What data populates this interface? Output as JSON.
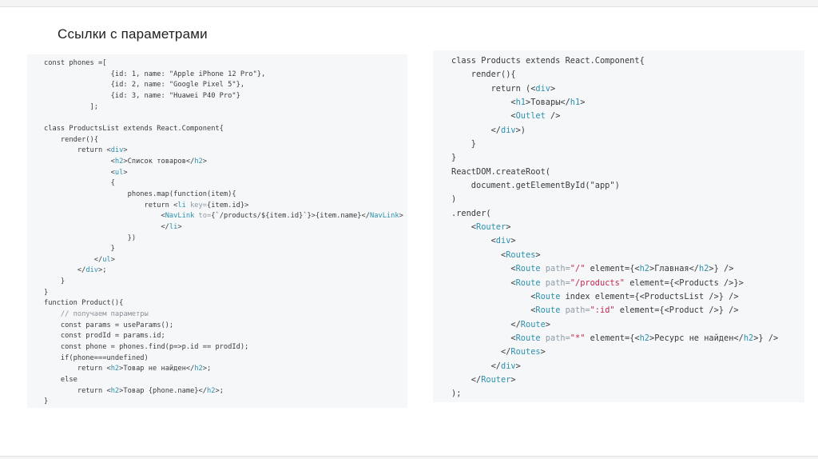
{
  "slide": {
    "title": "Ссылки с параметрами"
  },
  "colors": {
    "title": "#1f1f1f",
    "code_bg": "#f6f7f8",
    "code_text": "#383b3e",
    "tag": "#2b91af",
    "attr": "#8d9aa5",
    "string": "#c7254e",
    "comment": "#8a9199",
    "edge_bg": "#f4f4f4",
    "edge_line": "#e3e3e3"
  },
  "code_left": {
    "lines": [
      [
        [
          "d",
          "const phones =["
        ]
      ],
      [
        [
          "d",
          "                {id: 1, name: \"Apple iPhone 12 Pro\"},"
        ]
      ],
      [
        [
          "d",
          "                {id: 2, name: \"Google Pixel 5\"},"
        ]
      ],
      [
        [
          "d",
          "                {id: 3, name: \"Huawei P40 Pro\"}"
        ]
      ],
      [
        [
          "d",
          "           ];"
        ]
      ],
      [],
      [
        [
          "d",
          "class ProductsList extends React.Component{"
        ]
      ],
      [
        [
          "d",
          "    render(){"
        ]
      ],
      [
        [
          "d",
          "        return <"
        ],
        [
          "t",
          "div"
        ],
        [
          "d",
          ">"
        ]
      ],
      [
        [
          "d",
          "                <"
        ],
        [
          "t",
          "h2"
        ],
        [
          "d",
          ">Список товаров</"
        ],
        [
          "t",
          "h2"
        ],
        [
          "d",
          ">"
        ]
      ],
      [
        [
          "d",
          "                <"
        ],
        [
          "t",
          "ul"
        ],
        [
          "d",
          ">"
        ]
      ],
      [
        [
          "d",
          "                {"
        ]
      ],
      [
        [
          "d",
          "                    phones.map(function(item){"
        ]
      ],
      [
        [
          "d",
          "                        return <"
        ],
        [
          "t",
          "li"
        ],
        [
          "d",
          " "
        ],
        [
          "a",
          "key="
        ],
        [
          "d",
          "{item.id}>"
        ]
      ],
      [
        [
          "d",
          "                            <"
        ],
        [
          "t",
          "NavLink"
        ],
        [
          "d",
          " "
        ],
        [
          "a",
          "to="
        ],
        [
          "d",
          "{`/products/${item.id}`}>{item.name}</"
        ],
        [
          "t",
          "NavLink"
        ],
        [
          "d",
          ">"
        ]
      ],
      [
        [
          "d",
          "                            </"
        ],
        [
          "t",
          "li"
        ],
        [
          "d",
          ">"
        ]
      ],
      [
        [
          "d",
          "                    })"
        ]
      ],
      [
        [
          "d",
          "                }"
        ]
      ],
      [
        [
          "d",
          "            </"
        ],
        [
          "t",
          "ul"
        ],
        [
          "d",
          ">"
        ]
      ],
      [
        [
          "d",
          "        </"
        ],
        [
          "t",
          "div"
        ],
        [
          "d",
          ">;"
        ]
      ],
      [
        [
          "d",
          "    }"
        ]
      ],
      [
        [
          "d",
          "}"
        ]
      ],
      [
        [
          "d",
          "function Product(){"
        ]
      ],
      [
        [
          "c",
          "    // получаем параметры"
        ]
      ],
      [
        [
          "d",
          "    const params = useParams();"
        ]
      ],
      [
        [
          "d",
          "    const prodId = params.id;"
        ]
      ],
      [
        [
          "d",
          "    const phone = phones.find(p=>p.id == prodId);"
        ]
      ],
      [
        [
          "d",
          "    if(phone===undefined)"
        ]
      ],
      [
        [
          "d",
          "        return <"
        ],
        [
          "t",
          "h2"
        ],
        [
          "d",
          ">Товар не найден</"
        ],
        [
          "t",
          "h2"
        ],
        [
          "d",
          ">;"
        ]
      ],
      [
        [
          "d",
          "    else"
        ]
      ],
      [
        [
          "d",
          "        return <"
        ],
        [
          "t",
          "h2"
        ],
        [
          "d",
          ">Товар {phone.name}</"
        ],
        [
          "t",
          "h2"
        ],
        [
          "d",
          ">;"
        ]
      ],
      [
        [
          "d",
          "}"
        ]
      ]
    ]
  },
  "code_right": {
    "lines": [
      [
        [
          "d",
          "class Products extends React.Component{"
        ]
      ],
      [
        [
          "d",
          "    render(){"
        ]
      ],
      [
        [
          "d",
          "        return (<"
        ],
        [
          "t",
          "div"
        ],
        [
          "d",
          ">"
        ]
      ],
      [
        [
          "d",
          "            <"
        ],
        [
          "t",
          "h1"
        ],
        [
          "d",
          ">Товары</"
        ],
        [
          "t",
          "h1"
        ],
        [
          "d",
          ">"
        ]
      ],
      [
        [
          "d",
          "            <"
        ],
        [
          "t",
          "Outlet"
        ],
        [
          "d",
          " />"
        ]
      ],
      [
        [
          "d",
          "        </"
        ],
        [
          "t",
          "div"
        ],
        [
          "d",
          ">)"
        ]
      ],
      [
        [
          "d",
          "    }"
        ]
      ],
      [
        [
          "d",
          "}"
        ]
      ],
      [
        [
          "d",
          "ReactDOM.createRoot("
        ]
      ],
      [
        [
          "d",
          "    document.getElementById(\"app\")"
        ]
      ],
      [
        [
          "d",
          ")"
        ]
      ],
      [
        [
          "d",
          ".render("
        ]
      ],
      [
        [
          "d",
          "    <"
        ],
        [
          "t",
          "Router"
        ],
        [
          "d",
          ">"
        ]
      ],
      [
        [
          "d",
          "        <"
        ],
        [
          "t",
          "div"
        ],
        [
          "d",
          ">"
        ]
      ],
      [
        [
          "d",
          "          <"
        ],
        [
          "t",
          "Routes"
        ],
        [
          "d",
          ">"
        ]
      ],
      [
        [
          "d",
          "            <"
        ],
        [
          "t",
          "Route"
        ],
        [
          "d",
          " "
        ],
        [
          "a",
          "path="
        ],
        [
          "s",
          "\"/\""
        ],
        [
          "d",
          " element={<"
        ],
        [
          "t",
          "h2"
        ],
        [
          "d",
          ">Главная</"
        ],
        [
          "t",
          "h2"
        ],
        [
          "d",
          ">} />"
        ]
      ],
      [
        [
          "d",
          "            <"
        ],
        [
          "t",
          "Route"
        ],
        [
          "d",
          " "
        ],
        [
          "a",
          "path="
        ],
        [
          "s",
          "\"/products\""
        ],
        [
          "d",
          " element={<Products />}>"
        ]
      ],
      [
        [
          "d",
          "                <"
        ],
        [
          "t",
          "Route"
        ],
        [
          "d",
          " index element={<ProductsList />} />"
        ]
      ],
      [
        [
          "d",
          "                <"
        ],
        [
          "t",
          "Route"
        ],
        [
          "d",
          " "
        ],
        [
          "a",
          "path="
        ],
        [
          "s",
          "\":id\""
        ],
        [
          "d",
          " element={<Product />} />"
        ]
      ],
      [
        [
          "d",
          "            </"
        ],
        [
          "t",
          "Route"
        ],
        [
          "d",
          ">"
        ]
      ],
      [
        [
          "d",
          "            <"
        ],
        [
          "t",
          "Route"
        ],
        [
          "d",
          " "
        ],
        [
          "a",
          "path="
        ],
        [
          "s",
          "\"*\""
        ],
        [
          "d",
          " element={<"
        ],
        [
          "t",
          "h2"
        ],
        [
          "d",
          ">Ресурс не найден</"
        ],
        [
          "t",
          "h2"
        ],
        [
          "d",
          ">} />"
        ]
      ],
      [
        [
          "d",
          "          </"
        ],
        [
          "t",
          "Routes"
        ],
        [
          "d",
          ">"
        ]
      ],
      [
        [
          "d",
          "        </"
        ],
        [
          "t",
          "div"
        ],
        [
          "d",
          ">"
        ]
      ],
      [
        [
          "d",
          "    </"
        ],
        [
          "t",
          "Router"
        ],
        [
          "d",
          ">"
        ]
      ],
      [
        [
          "d",
          ");"
        ]
      ]
    ]
  }
}
